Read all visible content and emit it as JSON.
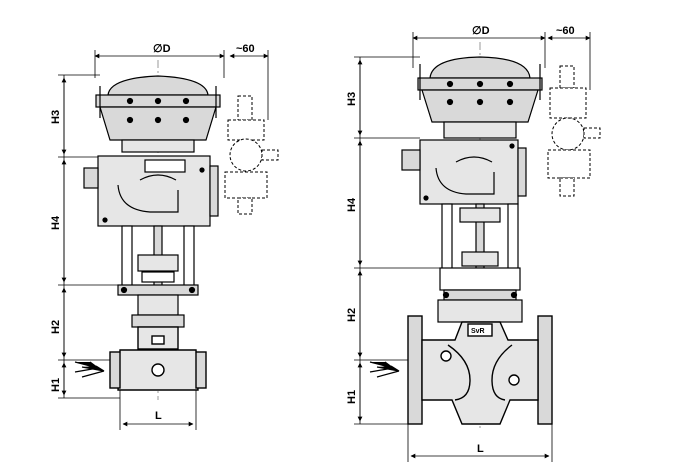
{
  "left_valve": {
    "dim_top_diameter": "∅D",
    "dim_top_offset": "~60",
    "dim_h3": "H3",
    "dim_h4": "H4",
    "dim_h2": "H2",
    "dim_h1": "H1",
    "dim_l": "L"
  },
  "right_valve": {
    "dim_top_diameter": "∅D",
    "dim_top_offset": "~60",
    "dim_h3": "H3",
    "dim_h4": "H4",
    "dim_h2": "H2",
    "dim_h1": "H1",
    "dim_l": "L",
    "body_badge": "SvR"
  },
  "colors": {
    "line": "#000000",
    "body_fill": "#e6e6e6",
    "actuator_fill": "#d9d9d9",
    "dash": "#555555"
  }
}
